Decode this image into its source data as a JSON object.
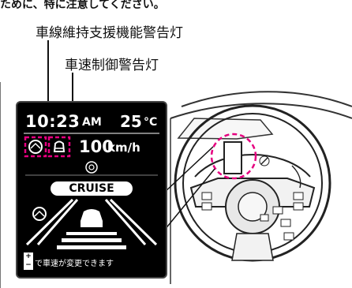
{
  "top_text": "ために、特に注意してください。",
  "callouts": {
    "lane_keep_warning_light": "車線維持支援機能警告灯",
    "speed_control_warning_light": "車速制御警告灯"
  },
  "cluster": {
    "time": "10:23",
    "ampm": "AM",
    "temperature": "25",
    "temperature_unit": "°C",
    "speed": "100",
    "speed_unit": "km/h",
    "cruise_label": "CRUISE",
    "plusminus": "+\n−",
    "hint": "で車速が変更できます"
  },
  "colors": {
    "highlight": "#e5007f",
    "cluster_bg": "#000000"
  }
}
